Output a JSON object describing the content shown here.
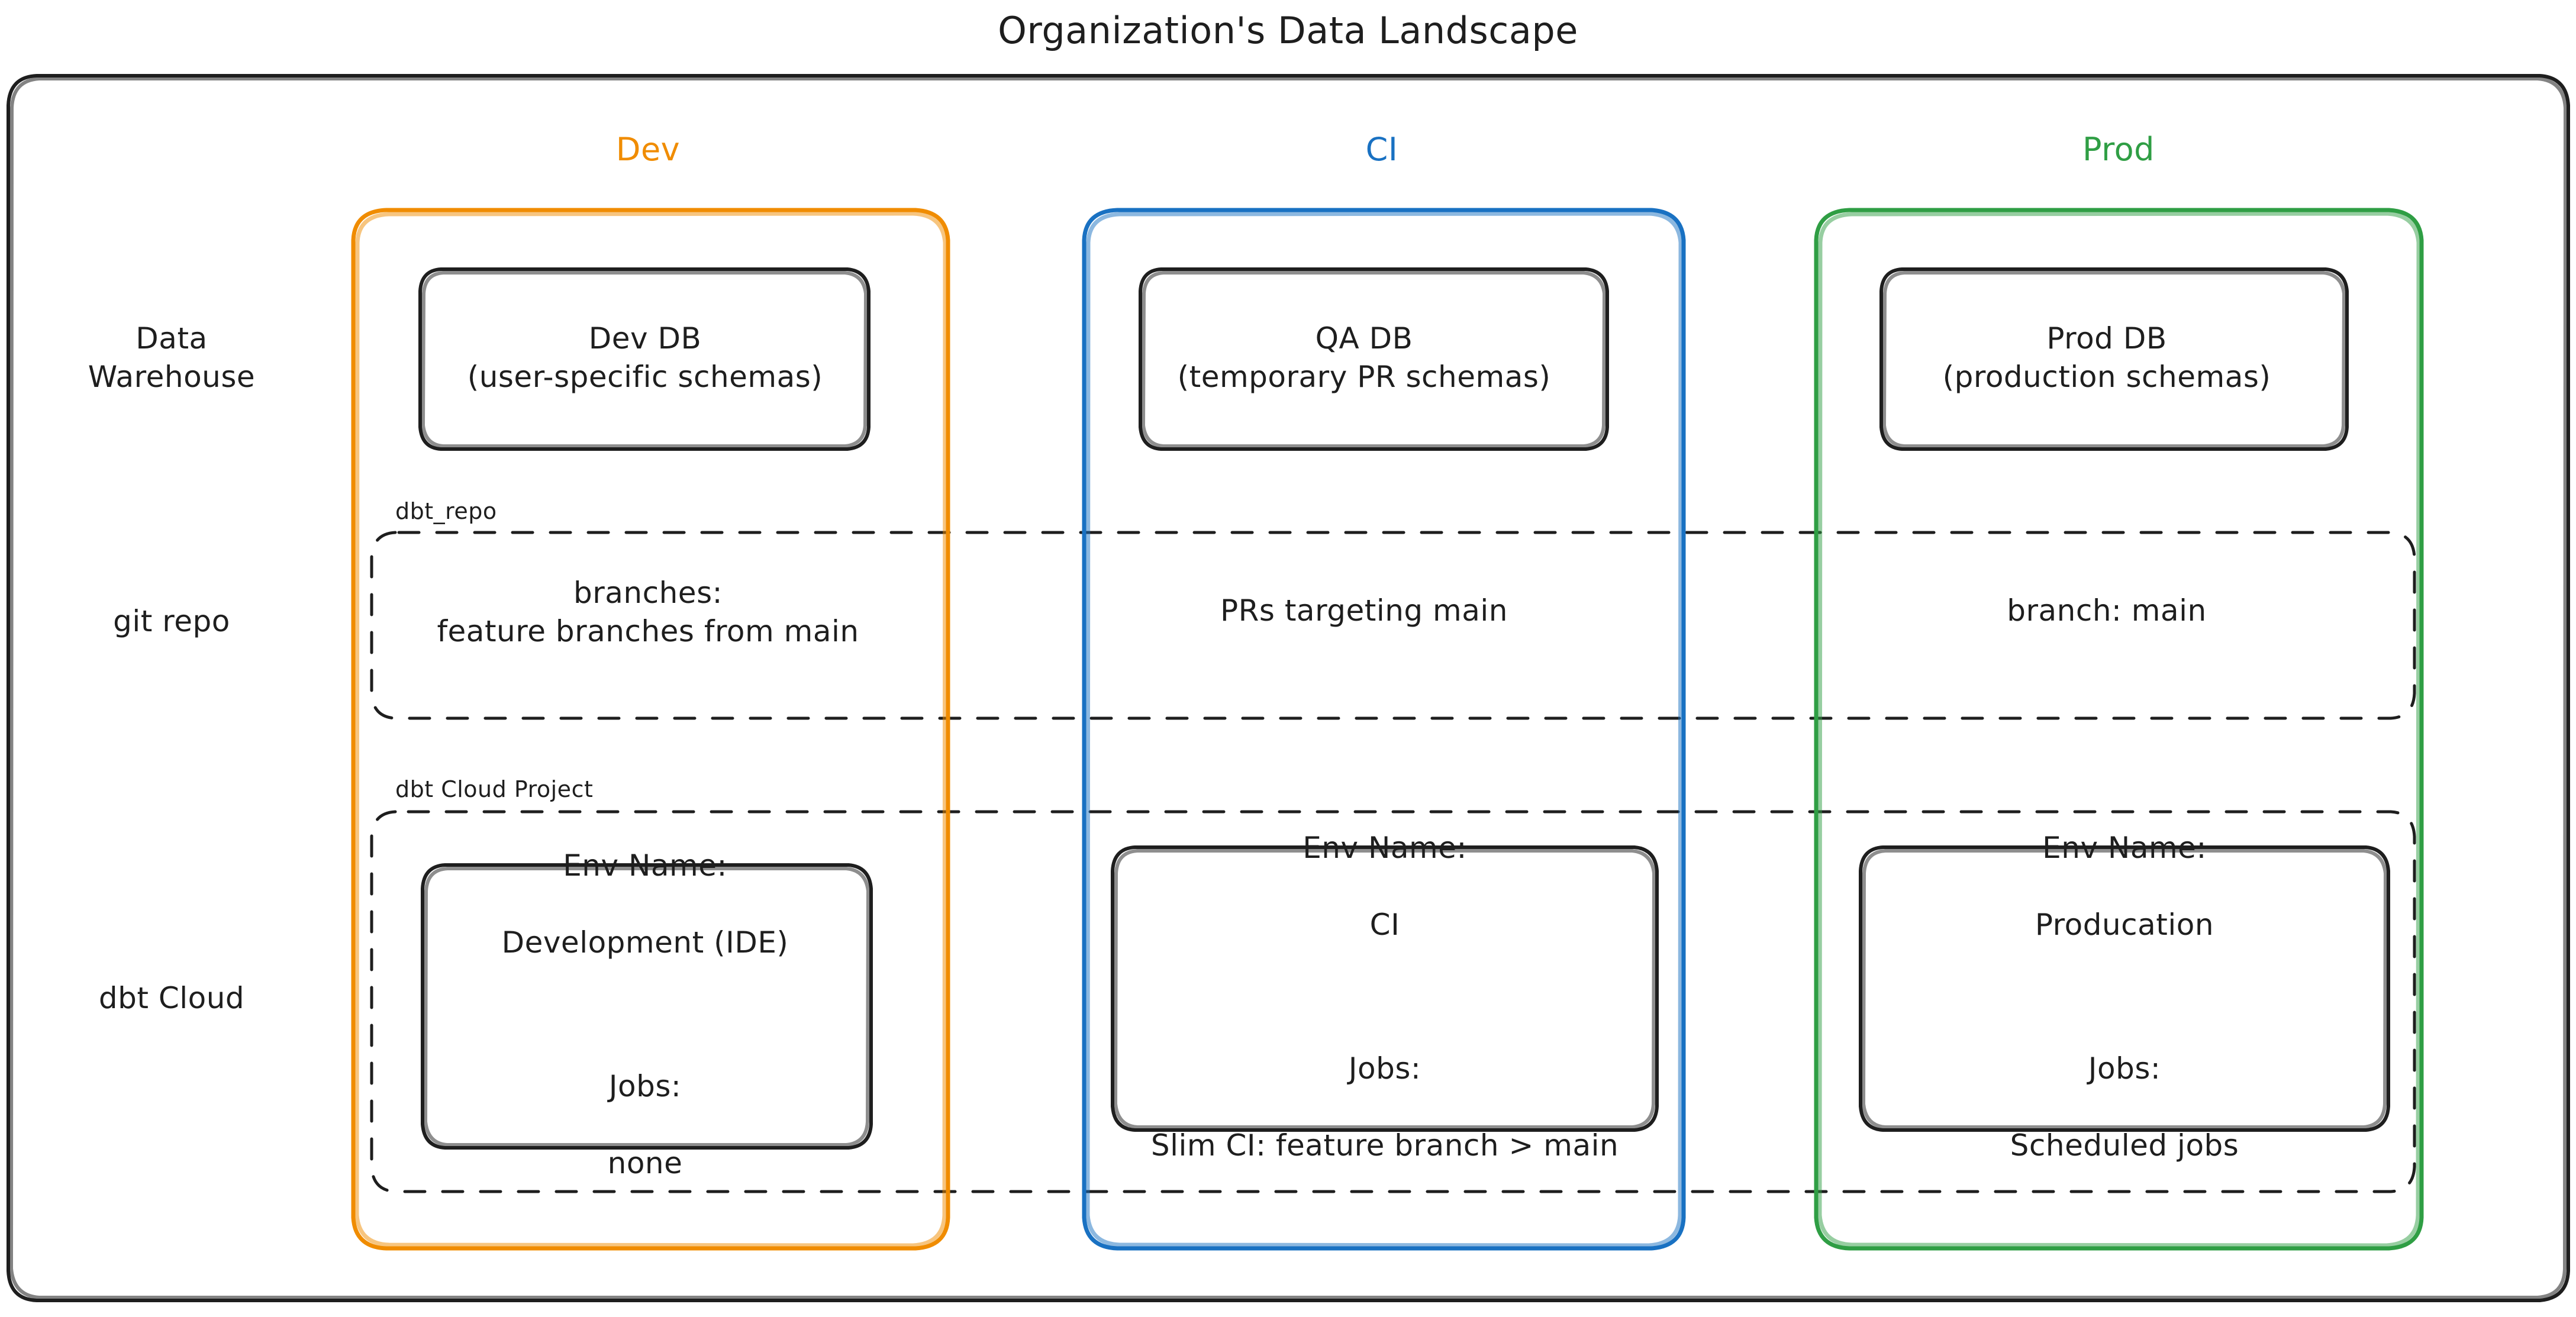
{
  "title": "Organization's Data Landscape",
  "colors": {
    "dev": "#f08c00",
    "ci": "#1971c2",
    "prod": "#2f9e44",
    "stroke": "#1e1e1e",
    "background": "#ffffff"
  },
  "columns": [
    {
      "key": "dev",
      "label": "Dev",
      "color": "#f08c00"
    },
    {
      "key": "ci",
      "label": "CI",
      "color": "#1971c2"
    },
    {
      "key": "prod",
      "label": "Prod",
      "color": "#2f9e44"
    }
  ],
  "rows": [
    {
      "key": "data_warehouse",
      "label": "Data\nWarehouse"
    },
    {
      "key": "git_repo",
      "label": "git repo"
    },
    {
      "key": "dbt_cloud",
      "label": "dbt Cloud"
    }
  ],
  "clusters": [
    {
      "key": "dbt_repo",
      "label": "dbt_repo",
      "style": "dashed"
    },
    {
      "key": "dbt_cloud_project",
      "label": "dbt Cloud Project",
      "style": "dashed"
    }
  ],
  "nodes": {
    "data_warehouse": {
      "dev": {
        "text": "Dev DB\n(user-specific schemas)",
        "boxed": true
      },
      "ci": {
        "text": "QA DB\n(temporary PR schemas)",
        "boxed": true
      },
      "prod": {
        "text": "Prod DB\n(production schemas)",
        "boxed": true
      }
    },
    "git_repo": {
      "dev": {
        "text": "branches:\nfeature branches from main",
        "boxed": false
      },
      "ci": {
        "text": "PRs targeting main",
        "boxed": false
      },
      "prod": {
        "text": "branch: main",
        "boxed": false
      }
    },
    "dbt_cloud": {
      "dev": {
        "line1": "Env Name:",
        "line2": "Development (IDE)",
        "line3": "Jobs:",
        "line4": "none",
        "boxed": true
      },
      "ci": {
        "line1": "Env Name:",
        "line2": "CI",
        "line3": "Jobs:",
        "line4": "Slim CI: feature branch > main",
        "boxed": true
      },
      "prod": {
        "line1": "Env Name:",
        "line2": "Producation",
        "line3": "Jobs:",
        "line4": "Scheduled jobs",
        "boxed": true
      }
    }
  }
}
